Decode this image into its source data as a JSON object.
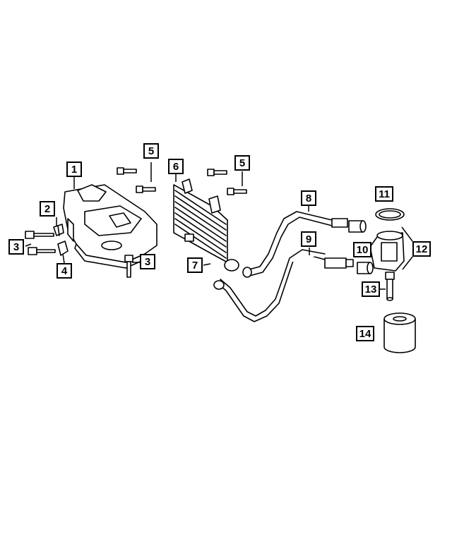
{
  "callouts": {
    "c1": "1",
    "c2": "2",
    "c3a": "3",
    "c3b": "3",
    "c4": "4",
    "c5a": "5",
    "c5b": "5",
    "c6": "6",
    "c7": "7",
    "c8": "8",
    "c9": "9",
    "c10": "10",
    "c11": "11",
    "c12": "12",
    "c13": "13",
    "c14": "14"
  }
}
